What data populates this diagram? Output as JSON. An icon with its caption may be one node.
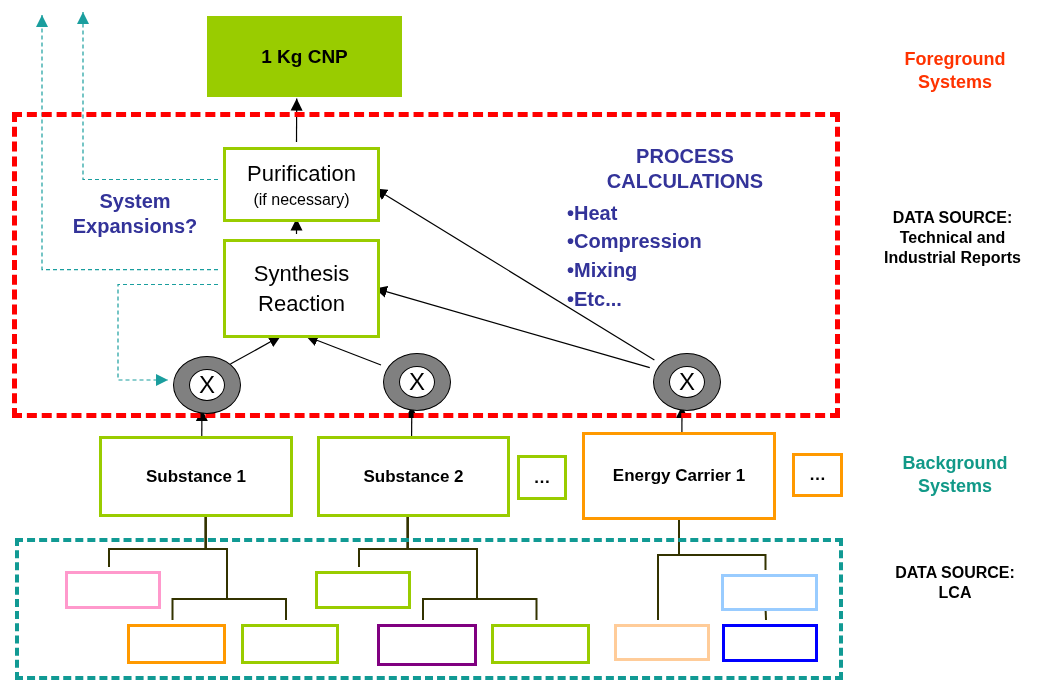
{
  "diagram": {
    "nodes": [
      {
        "text": [
          "1 Kg CNP"
        ]
      },
      {
        "text": [],
        "shape": "box"
      },
      {
        "text": [
          "Purification",
          "(if necessary)"
        ],
        "in": 1
      },
      {
        "text": [
          "Synthesis Reaction"
        ],
        "in": 1
      },
      {
        "text": [
          "X"
        ],
        "in": 1
      },
      {
        "text": [
          "X"
        ],
        "in": 1
      },
      {
        "text": [
          "X"
        ],
        "in": 1
      },
      {
        "text": [
          "Substance 1"
        ]
      },
      {
        "text": [
          "Substance 2"
        ]
      },
      {
        "text": [
          "…"
        ]
      },
      {
        "text": [
          "Energy Carrier 1"
        ]
      },
      {
        "text": [
          "…"
        ]
      },
      {
        "text": [],
        "shape": "box"
      },
      {
        "text": [],
        "shape": "box",
        "in": 12
      },
      {
        "text": [],
        "shape": "box",
        "in": 12
      },
      {
        "text": [],
        "shape": "box",
        "in": 12
      },
      {
        "text": [],
        "shape": "box",
        "in": 12
      },
      {
        "text": [],
        "shape": "box",
        "in": 12
      },
      {
        "text": [],
        "shape": "box",
        "in": 12
      },
      {
        "text": [],
        "shape": "box",
        "in": 12
      },
      {
        "text": [],
        "shape": "box",
        "in": 12
      },
      {
        "text": [],
        "shape": "box",
        "in": 12
      }
    ],
    "edges": [
      {
        "from": 2,
        "to": 0,
        "arrow": "to"
      },
      {
        "from": 3,
        "to": 2,
        "arrow": "to"
      },
      {
        "from": 4,
        "to": 3,
        "arrow": "to"
      },
      {
        "from": 5,
        "to": 3,
        "arrow": "to"
      },
      {
        "from": 6,
        "to": 3,
        "arrow": "to"
      },
      {
        "from": 6,
        "to": 2,
        "arrow": "to"
      },
      {
        "from": 7,
        "to": 4,
        "arrow": "to"
      },
      {
        "from": 8,
        "to": 5,
        "arrow": "to"
      },
      {
        "from": 10,
        "to": 6,
        "arrow": "to"
      },
      {
        "from": 2,
        "to": null,
        "arrow": "to",
        "style": "dashed",
        "color": "#1a9e9e"
      },
      {
        "from": 3,
        "to": null,
        "arrow": "to",
        "style": "dashed",
        "color": "#1a9e9e"
      },
      {
        "from": 3,
        "to": 4,
        "arrow": "to",
        "style": "dashed",
        "color": "#1a9e9e"
      },
      {
        "from": 7,
        "to": 13,
        "arrow": "none"
      },
      {
        "from": 7,
        "to": 14,
        "arrow": "none"
      },
      {
        "from": 7,
        "to": 15,
        "arrow": "none"
      },
      {
        "from": 8,
        "to": 16,
        "arrow": "none"
      },
      {
        "from": 8,
        "to": 17,
        "arrow": "none"
      },
      {
        "from": 8,
        "to": 18,
        "arrow": "none"
      },
      {
        "from": 10,
        "to": 19,
        "arrow": "none"
      },
      {
        "from": 10,
        "to": 20,
        "arrow": "none"
      },
      {
        "from": 20,
        "to": 21,
        "arrow": "none"
      }
    ],
    "labels": [
      "Foreground Systems",
      "PROCESS CALCULATIONS",
      "System Expansions?",
      "•Heat",
      "•Compression",
      "•Mixing",
      "•Etc...",
      "DATA SOURCE: Technical and Industrial Reports",
      "Background Systems",
      "DATA SOURCE: LCA"
    ]
  }
}
